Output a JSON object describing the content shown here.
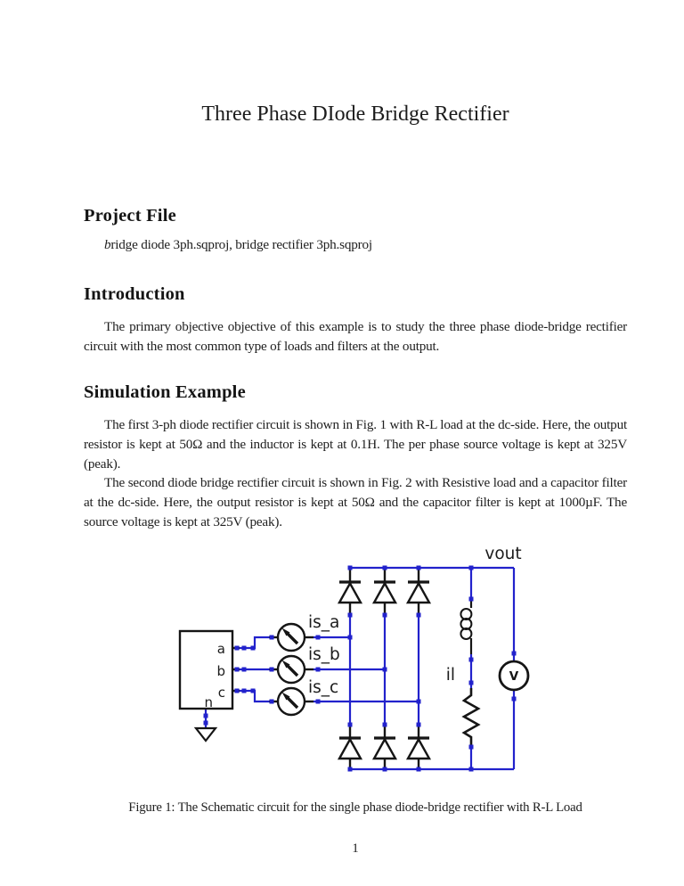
{
  "title": "Three Phase DIode Bridge Rectifier",
  "project": {
    "heading": "Project File",
    "file_prefix": "b",
    "file_rest": "ridge diode 3ph.sqproj, bridge rectifier 3ph.sqproj"
  },
  "intro": {
    "heading": "Introduction",
    "body": "The primary objective objective of this example is to study the three phase diode-bridge rectifier circuit with the most common type of loads and filters at the output."
  },
  "sim": {
    "heading": "Simulation Example",
    "p1": "The first 3-ph diode rectifier circuit is shown in Fig. 1 with R-L load at the dc-side. Here, the output resistor is kept at 50Ω and the inductor is kept at 0.1H. The per phase source voltage is kept at 325V (peak).",
    "p2": "The second diode bridge rectifier circuit is shown in Fig. 2 with Resistive load and a capacitor filter at the dc-side. Here, the output resistor is kept at 50Ω and the capacitor filter is kept at 1000µF. The source voltage is kept at 325V (peak)."
  },
  "figure": {
    "caption": "Figure 1: The Schematic circuit for the single phase diode-bridge rectifier with R-L Load",
    "labels": {
      "vout": "vout",
      "is_a": "is_a",
      "is_b": "is_b",
      "is_c": "is_c",
      "il": "il",
      "a": "a",
      "b": "b",
      "c": "c",
      "n": "n",
      "v": "V"
    },
    "colors": {
      "wire": "#2222cc",
      "component": "#151515"
    }
  },
  "footer": {
    "page_number": "1"
  }
}
